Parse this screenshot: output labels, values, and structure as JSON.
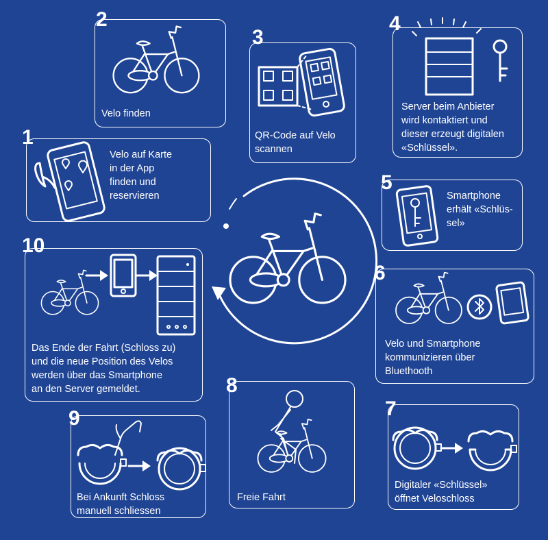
{
  "colors": {
    "background": "#1f4494",
    "foreground": "#ffffff"
  },
  "steps": [
    {
      "number": "1",
      "lines": [
        "Velo auf Karte",
        "in der App",
        "finden und",
        "reservieren"
      ]
    },
    {
      "number": "2",
      "lines": [
        "Velo finden"
      ]
    },
    {
      "number": "3",
      "lines": [
        "QR-Code auf Velo",
        "scannen"
      ]
    },
    {
      "number": "4",
      "lines": [
        "Server beim Anbieter",
        "wird kontaktiert und",
        "dieser erzeugt digitalen",
        "«Schlüssel»."
      ]
    },
    {
      "number": "5",
      "lines": [
        "Smartphone",
        "erhält «Schlüs-",
        "sel»"
      ]
    },
    {
      "number": "6",
      "lines": [
        "Velo und Smartphone",
        "kommunizieren über",
        "Bluethooth"
      ]
    },
    {
      "number": "7",
      "lines": [
        "Digitaler «Schlüssel»",
        "öffnet Veloschloss"
      ]
    },
    {
      "number": "8",
      "lines": [
        "Freie Fahrt"
      ]
    },
    {
      "number": "9",
      "lines": [
        "Bei Ankunft Schloss",
        "manuell schliessen"
      ]
    },
    {
      "number": "10",
      "lines": [
        "Das Ende der Fahrt (Schloss zu)",
        "und die neue Position des Velos",
        "werden über das Smartphone",
        "an den Server gemeldet."
      ]
    }
  ],
  "icons": [
    "bicycle-icon",
    "smartphone-icon",
    "qr-code-icon",
    "server-icon",
    "key-icon",
    "bluetooth-icon",
    "lock-icon",
    "arrow-right-icon",
    "hand-icon",
    "map-pin-icon",
    "cycle-arrow-icon"
  ]
}
